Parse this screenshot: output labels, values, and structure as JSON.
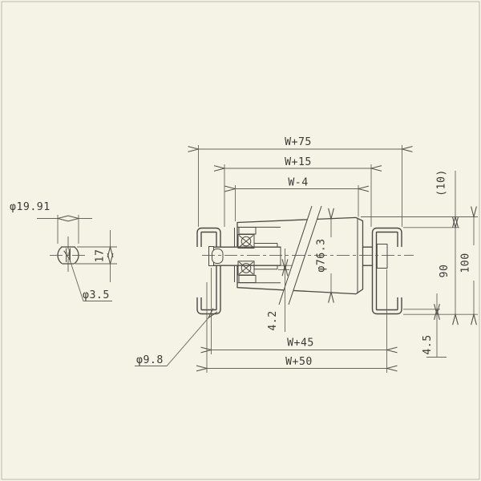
{
  "drawing": {
    "background_color": "#f5f2e6",
    "line_color": "#4a4a42",
    "dimension_color": "#67665c",
    "dims": {
      "w_plus_75": "W+75",
      "w_plus_15": "W+15",
      "w_minus_4": "W-4",
      "roller_dia": "φ76.3",
      "top_clearance": "(10)",
      "frame_height": "90",
      "overall_height": "100",
      "flange_thickness": "4.5",
      "bearing_gap": "4.2",
      "w_plus_45": "W+45",
      "w_plus_50": "W+50",
      "frame_hole_dia": "φ9.8",
      "pin_hole_dia": "φ3.5",
      "shaft_dia": "φ19.91",
      "shaft_across_flats": "17"
    }
  }
}
